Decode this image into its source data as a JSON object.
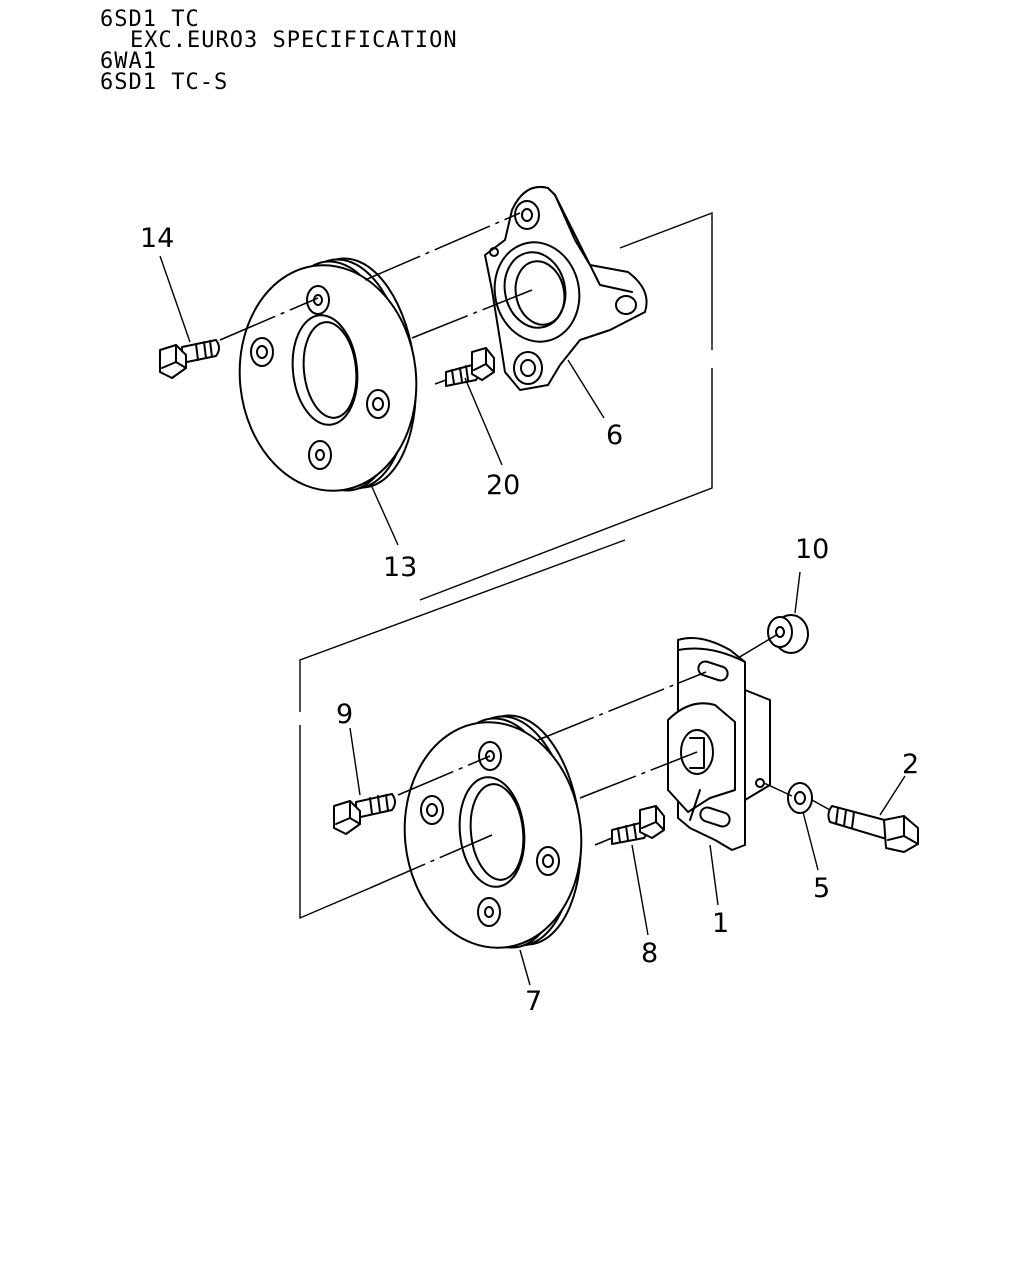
{
  "header": {
    "lines": [
      "6SD1 TC",
      "EXC.EURO3 SPECIFICATION",
      "6WA1",
      "6SD1 TC-S"
    ]
  },
  "callouts": {
    "c1": "1",
    "c2": "2",
    "c5": "5",
    "c6": "6",
    "c7": "7",
    "c8": "8",
    "c9": "9",
    "c10": "10",
    "c13": "13",
    "c14": "14",
    "c20": "20"
  }
}
